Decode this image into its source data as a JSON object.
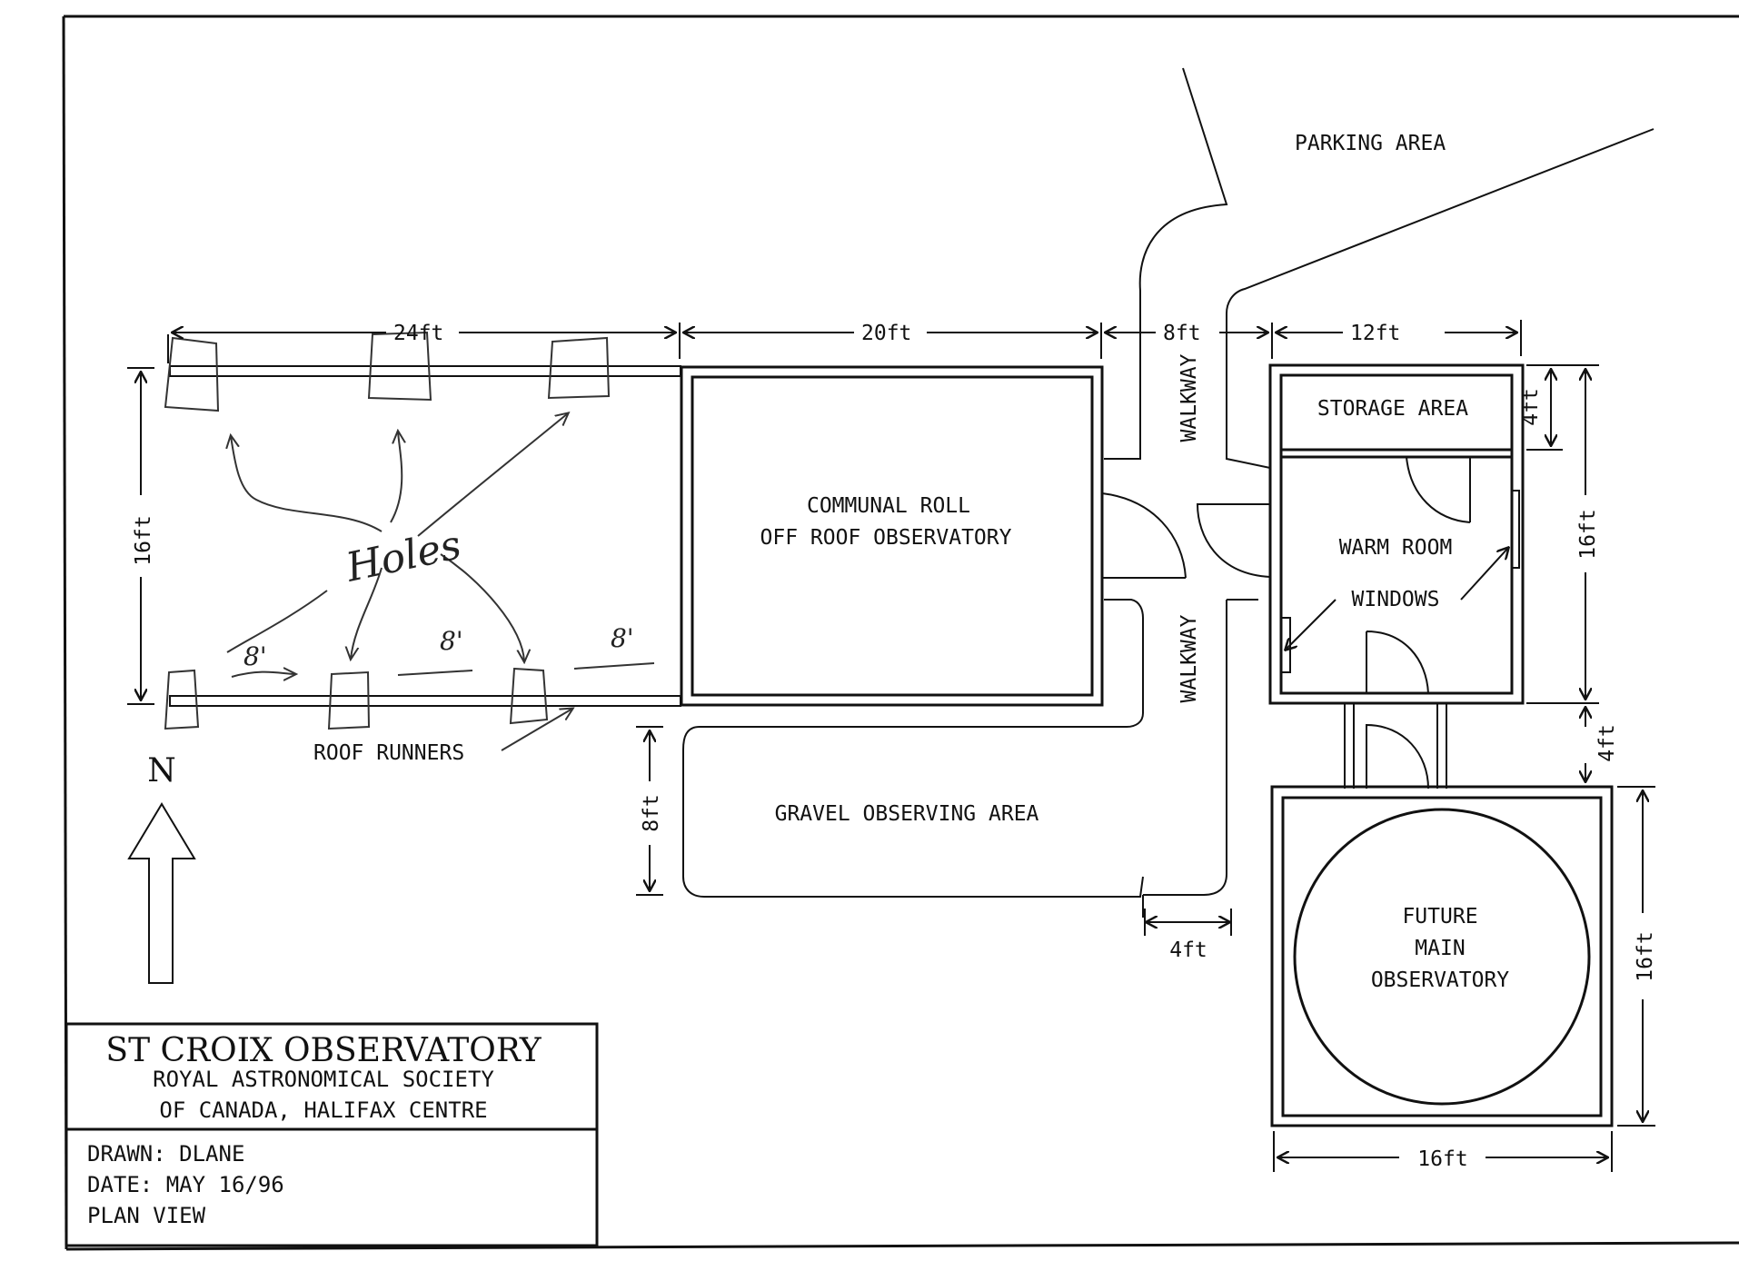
{
  "labels": {
    "parking": "PARKING AREA",
    "walkway_upper": "WALKWAY",
    "walkway_lower": "WALKWAY",
    "storage": "STORAGE AREA",
    "warm_room": "WARM ROOM",
    "windows": "WINDOWS",
    "communal_line1": "COMMUNAL ROLL",
    "communal_line2": "OFF ROOF OBSERVATORY",
    "gravel": "GRAVEL OBSERVING AREA",
    "roof_runners": "ROOF RUNNERS",
    "future_line1": "FUTURE",
    "future_line2": "MAIN",
    "future_line3": "OBSERVATORY",
    "north": "N"
  },
  "dimensions": {
    "d24": "24ft",
    "d20": "20ft",
    "d8_top": "8ft",
    "d12": "12ft",
    "d16_left": "16ft",
    "d4_storage": "4ft",
    "d16_warm": "16ft",
    "d4_link": "4ft",
    "d8_gravel": "8ft",
    "d4_walk": "4ft",
    "d16_future_side": "16ft",
    "d16_future_bottom": "16ft"
  },
  "handwritten": {
    "holes": "Holes",
    "gap1": "8'",
    "gap2": "8'",
    "gap3": "8'"
  },
  "title_block": {
    "title": "ST CROIX OBSERVATORY",
    "org_line1": "ROYAL ASTRONOMICAL SOCIETY",
    "org_line2": "OF CANADA, HALIFAX CENTRE",
    "drawn": "DRAWN: DLANE",
    "date": "DATE: MAY 16/96",
    "view": "PLAN VIEW"
  }
}
